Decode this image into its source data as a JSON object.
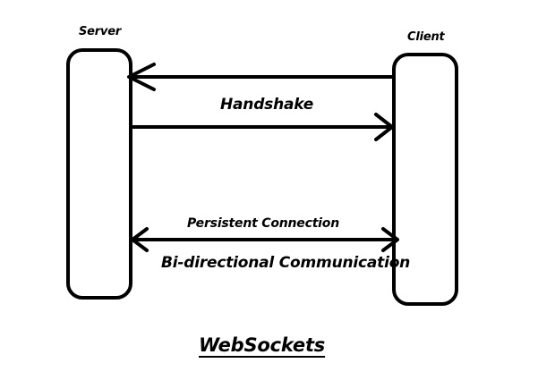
{
  "participants": {
    "server": "Server",
    "client": "Client"
  },
  "messages": {
    "handshake": "Handshake",
    "persistent": "Persistent Connection",
    "bidirectional": "Bi-directional Communication"
  },
  "title": "WebSockets",
  "colors": {
    "line": "#000000",
    "background": "#ffffff"
  }
}
